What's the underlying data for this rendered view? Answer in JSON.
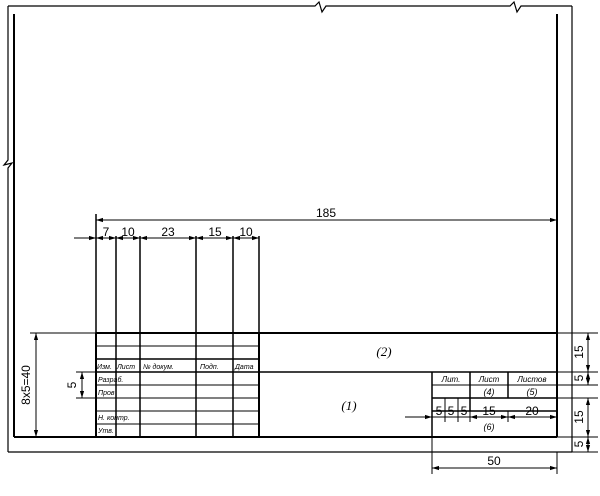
{
  "dims": {
    "total_width": "185",
    "col_izm": "7",
    "col_list": "10",
    "col_ndoc": "23",
    "col_podp": "15",
    "col_data": "10",
    "rows_height": "8x5=40",
    "row_step": "5",
    "right_15_top": "15",
    "right_5": "5",
    "right_15_mid": "15",
    "right_5_bottom": "5",
    "sub_5a": "5",
    "sub_5b": "5",
    "sub_5c": "5",
    "sub_15": "15",
    "sub_20": "20",
    "block_width": "50"
  },
  "headers": {
    "izm": "Изм.",
    "list": "Лист",
    "ndoc": "№ докум.",
    "podp": "Подп.",
    "data": "Дата"
  },
  "rows": {
    "razrab": "Разраб.",
    "prov": "Пров",
    "nkontr": "Н. контр.",
    "utv": "Утв."
  },
  "right_block": {
    "lit": "Лит.",
    "list": "Лист",
    "listov": "Листов",
    "mark4": "(4)",
    "mark5": "(5)",
    "mark6": "(6)"
  },
  "zones": {
    "zone1": "(1)",
    "zone2": "(2)"
  }
}
